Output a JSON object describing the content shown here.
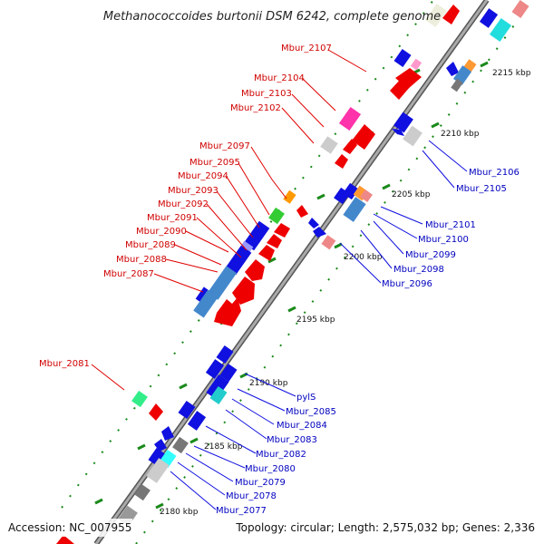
{
  "title": "Methanococcoides burtonii DSM 6242, complete genome",
  "footer": {
    "accession": "Accession: NC_007955",
    "summary": "Topology: circular; Length: 2,575,032 bp; Genes: 2,336"
  },
  "ticks": [
    "2180 kbp",
    "2185 kbp",
    "2190 kbp",
    "2195 kbp",
    "2200 kbp",
    "2205 kbp",
    "2210 kbp",
    "2215 kbp"
  ],
  "red_labels": [
    "Mbur_2107",
    "Mbur_2104",
    "Mbur_2103",
    "Mbur_2102",
    "Mbur_2097",
    "Mbur_2095",
    "Mbur_2094",
    "Mbur_2093",
    "Mbur_2092",
    "Mbur_2091",
    "Mbur_2090",
    "Mbur_2089",
    "Mbur_2088",
    "Mbur_2087",
    "Mbur_2081"
  ],
  "blue_labels": [
    "Mbur_2106",
    "Mbur_2105",
    "Mbur_2101",
    "Mbur_2100",
    "Mbur_2099",
    "Mbur_2098",
    "Mbur_2096",
    "pylS",
    "Mbur_2085",
    "Mbur_2084",
    "Mbur_2083",
    "Mbur_2082",
    "Mbur_2080",
    "Mbur_2079",
    "Mbur_2078",
    "Mbur_2077"
  ],
  "colors": {
    "forward_strand": "#ee0000",
    "reverse_strand": "#1010e0",
    "backbone": "#888888",
    "tick": "#1a8a1a",
    "label_forward": "#d00000",
    "label_reverse": "#0000c0"
  }
}
